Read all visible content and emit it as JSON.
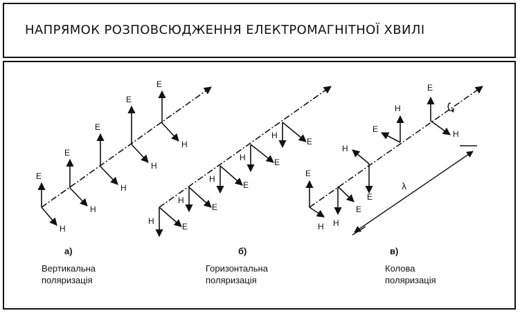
{
  "title": "НАПРЯМОК РОЗПОВСЮДЖЕННЯ ЕЛЕКТРОМАГНІТНОЇ ХВИЛІ",
  "vector_labels": {
    "electric": "E",
    "magnetic": "H"
  },
  "wavelength_symbol": "λ",
  "panels": [
    {
      "letter": "а)",
      "caption_line1": "Вертикальна",
      "caption_line2": "поляризація"
    },
    {
      "letter": "б)",
      "caption_line1": "Горизонтальна",
      "caption_line2": "поляризація"
    },
    {
      "letter": "в)",
      "caption_line1": "Колова",
      "caption_line2": "поляризація"
    }
  ]
}
